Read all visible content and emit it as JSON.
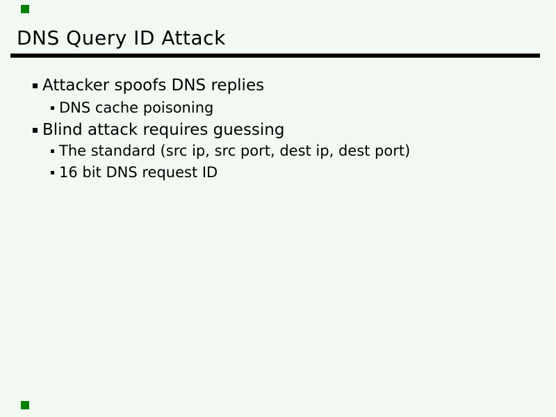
{
  "slide": {
    "title": "DNS Query ID Attack",
    "bullets": [
      {
        "level": 1,
        "text": "Attacker spoofs DNS replies"
      },
      {
        "level": 2,
        "text": "DNS cache poisoning"
      },
      {
        "level": 1,
        "text": "Blind attack requires guessing"
      },
      {
        "level": 2,
        "text": "The standard (src ip, src port, dest ip, dest port)"
      },
      {
        "level": 2,
        "text": "16 bit DNS request ID"
      }
    ],
    "colors": {
      "background": "#f2f9f2",
      "text": "#000000",
      "title_rule": "#000000",
      "corner_marker": "#008000"
    },
    "icons": {
      "corner_marker": "green-square-nav-marker",
      "bullet": "black-square-bullet"
    }
  }
}
